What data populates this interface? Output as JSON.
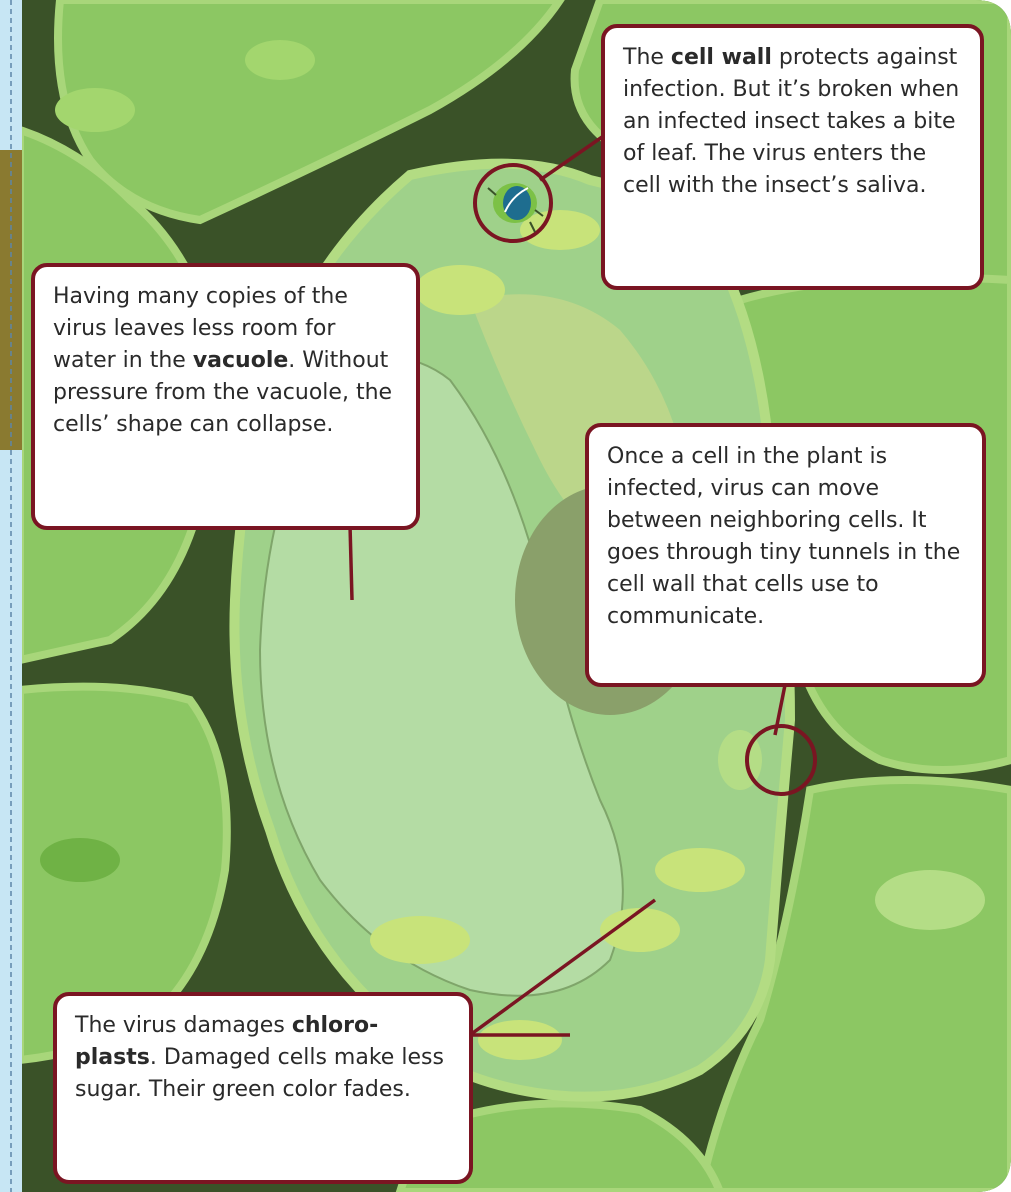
{
  "callouts": {
    "cell_wall": {
      "p1": "The ",
      "term": "cell wall",
      "p2": " protects against infection. But it’s broken when an infected insect takes a bite of leaf. The virus enters the cell with the insect’s saliva."
    },
    "vacuole": {
      "p1": "Having many copies of the virus leaves less room for water in the ",
      "term": "vacuole",
      "p2": ". Without pressure from the vacuole, the cells’ shape can collapse."
    },
    "neighbors": {
      "text": "Once a cell in the plant is infected, virus can move between neighboring cells. It goes through tiny tunnels in the cell wall that cells use to communicate."
    },
    "chloroplasts": {
      "p1": "The virus damages ",
      "term": "chloro-plasts",
      "p2": ". Damaged cells make less sugar. Their green color fades."
    }
  },
  "colors": {
    "background_dark": "#3a5228",
    "cell_green": "#8cc763",
    "infected_cell": "#9fd18a",
    "chloroplast": "#c8e37a",
    "callout_border": "#7a1522",
    "page_edge": "#c7e6f4"
  },
  "icons": [
    "insect-icon"
  ]
}
